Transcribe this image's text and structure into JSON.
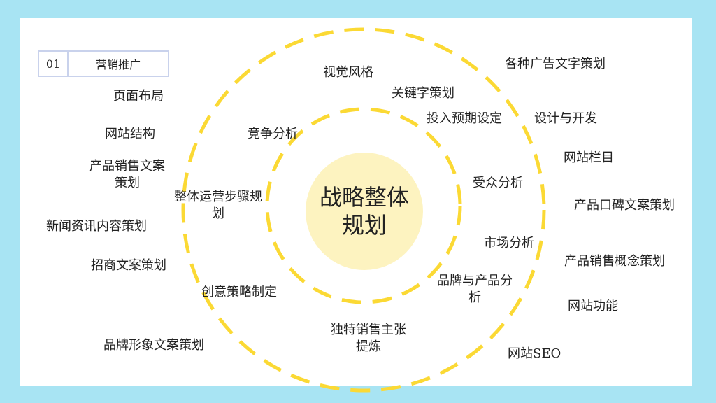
{
  "tag": {
    "number": "01",
    "title": "营销推广"
  },
  "center": {
    "line1": "战略整体",
    "line2": "规划"
  },
  "inner_ring": {
    "competition": "竞争分析",
    "overall_ops": "整体运营步骤规划",
    "expected_input": "投入预期设定",
    "audience": "受众分析",
    "market": "市场分析",
    "brand_product": "品牌与产品分析",
    "creative": "创意策略制定",
    "usp": "独特销售主张提炼"
  },
  "middle_ring": {
    "visual_style": "视觉风格",
    "keyword": "关键字策划",
    "page_layout": "页面布局",
    "site_structure": "网站结构",
    "product_copy": "产品销售文案策划",
    "news_content": "新闻资讯内容策划",
    "investment_copy": "招商文案策划",
    "brand_image_copy": "品牌形象文案策划"
  },
  "outer_ring": {
    "ad_copy": "各种广告文字策划",
    "design_dev": "设计与开发",
    "site_columns": "网站栏目",
    "reputation_copy": "产品口碑文案策划",
    "concept_plan": "产品销售概念策划",
    "site_function": "网站功能",
    "site_seo": "网站SEO"
  },
  "colors": {
    "ring": "#fbd934",
    "center_fill": "#fdf3c0",
    "background": "#a8e4f3",
    "tag_border": "#c9d2ec"
  }
}
